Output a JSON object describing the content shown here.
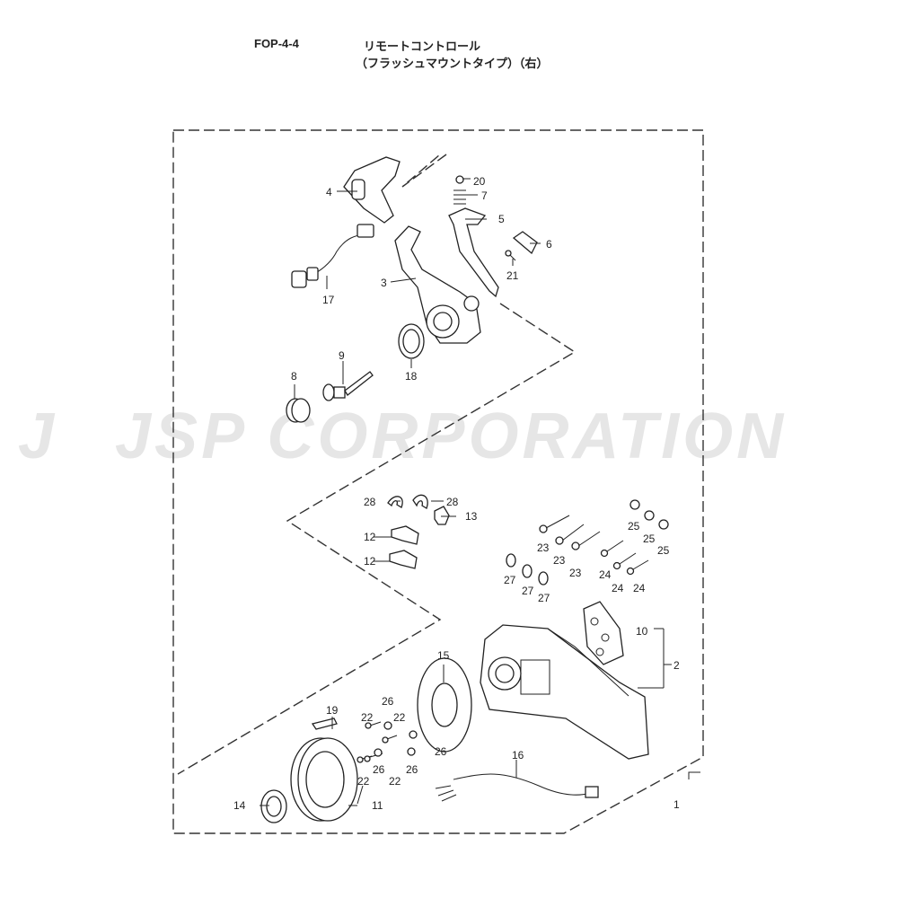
{
  "header": {
    "code": "FOP-4-4",
    "title_line1": "リモートコントロール",
    "title_line2": "（フラッシュマウントタイプ）（右）"
  },
  "watermark": {
    "text": "JSP CORPORATION",
    "logo_text": "J"
  },
  "callouts": {
    "c1": "1",
    "c2": "2",
    "c3": "3",
    "c4": "4",
    "c5": "5",
    "c6": "6",
    "c7": "7",
    "c8": "8",
    "c9": "9",
    "c10": "10",
    "c11": "11",
    "c12a": "12",
    "c12b": "12",
    "c13": "13",
    "c14": "14",
    "c15": "15",
    "c16": "16",
    "c17": "17",
    "c18": "18",
    "c19": "19",
    "c20": "20",
    "c21": "21",
    "c22a": "22",
    "c22b": "22",
    "c22c": "22",
    "c22d": "22",
    "c23a": "23",
    "c23b": "23",
    "c23c": "23",
    "c24a": "24",
    "c24b": "24",
    "c24c": "24",
    "c25a": "25",
    "c25b": "25",
    "c25c": "25",
    "c26a": "26",
    "c26b": "26",
    "c26c": "26",
    "c26d": "26",
    "c27a": "27",
    "c27b": "27",
    "c27c": "27",
    "c28a": "28",
    "c28b": "28"
  }
}
